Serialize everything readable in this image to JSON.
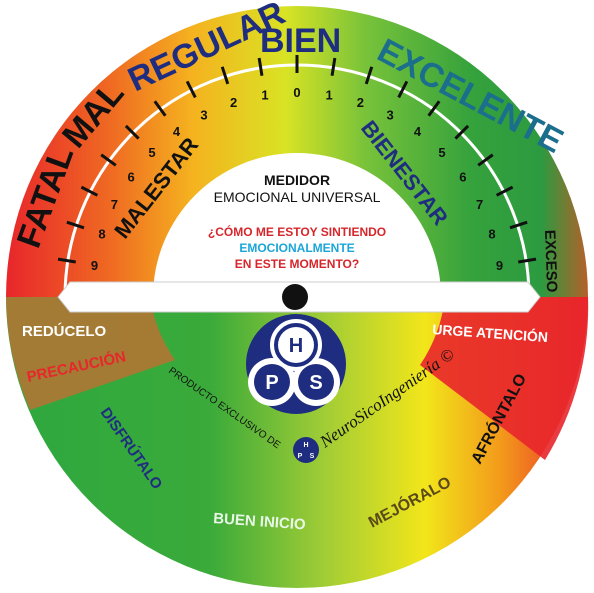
{
  "center": {
    "title_line1": "MEDIDOR",
    "title_line2": "EMOCIONAL UNIVERSAL",
    "question_line1": "¿CÓMO ME ESTOY SINTIENDO",
    "question_line2": "EMOCIONALMENTE",
    "question_line3": "EN ESTE MOMENTO?"
  },
  "scale": {
    "left_labels": [
      "FATAL",
      "MAL",
      "REGULAR"
    ],
    "top_label": "BIEN",
    "right_label": "EXCELENTE",
    "left_arc_label": "MALESTAR",
    "right_arc_label": "BIENESTAR",
    "excess_label": "EXCESO",
    "left_numbers": [
      "9",
      "8",
      "7",
      "6",
      "5",
      "4",
      "3",
      "2",
      "1"
    ],
    "zero": "0",
    "right_numbers": [
      "1",
      "2",
      "3",
      "4",
      "5",
      "6",
      "7",
      "8",
      "9"
    ]
  },
  "lower": {
    "reducelo": "REDÚCELO",
    "precaucion": "PRECAUCIÓN",
    "urge": "URGE ATENCIÓN",
    "afrontalo": "AFRÓNTALO",
    "mejoralo": "MEJÓRALO",
    "buen_inicio": "BUEN INICIO",
    "disfrutalo": "DISFRÚTALO",
    "producto": "PRODUCTO EXCLUSIVO DE",
    "brand": "NeuroSicoIngeniería ©"
  },
  "logo": {
    "letter_h": "H",
    "letter_p": "P",
    "letter_s": "S",
    "mini_h": "H",
    "mini_p": "P",
    "mini_s": "S"
  },
  "colors": {
    "red": "#e8262b",
    "orange": "#f39a1b",
    "yellow": "#f5ec19",
    "green": "#3daa3a",
    "darkgreen": "#1f9a40",
    "navy": "#1f2d80",
    "teal": "#1c6f8c"
  }
}
